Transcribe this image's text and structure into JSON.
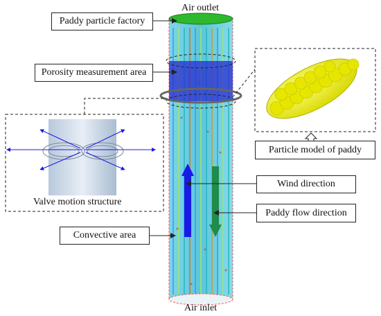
{
  "labels": {
    "air_outlet": "Air outlet",
    "air_inlet": "Air inlet",
    "paddy_particle_factory": "Paddy particle factory",
    "porosity_measurement_area": "Porosity measurement area",
    "particle_model_of_paddy": "Particle model of paddy",
    "valve_motion_structure": "Valve motion structure",
    "wind_direction": "Wind direction",
    "paddy_flow_direction": "Paddy flow direction",
    "convective_area": "Convective area"
  },
  "colors": {
    "outlet": "#2eb82e",
    "wind_arrow": "#1a1ae6",
    "paddy_arrow": "#1e8c4a",
    "porosity_band": "#2a2ad0",
    "paddy_particle": "#f2f200"
  }
}
